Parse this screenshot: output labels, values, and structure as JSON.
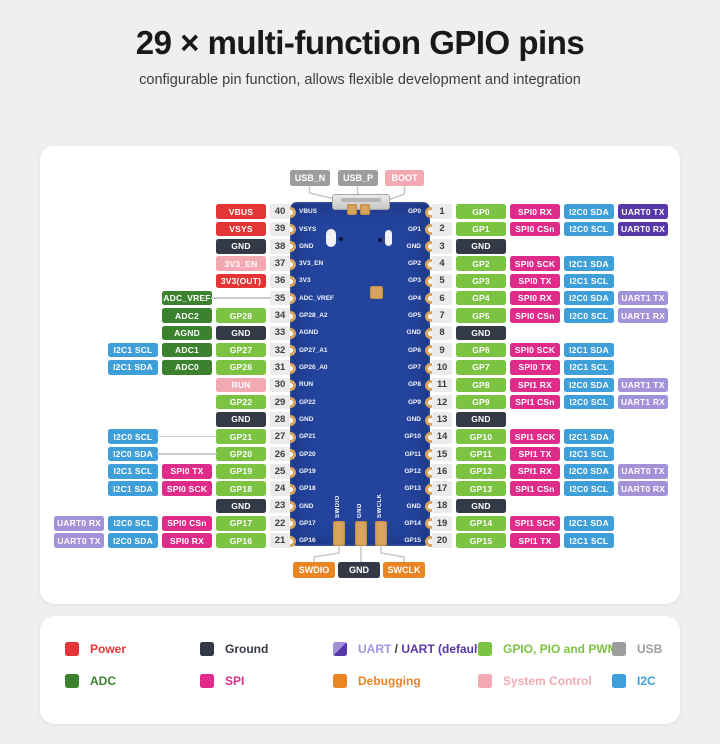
{
  "header": {
    "title": "29 × multi-function GPIO pins",
    "subtitle": "configurable pin function, allows flexible development and integration"
  },
  "colors": {
    "power": "#e33535",
    "ground": "#333a46",
    "sysctl": "#f3a9b2",
    "adc": "#3c822e",
    "gpio": "#7cc342",
    "i2c": "#3e9fd9",
    "spi": "#df2c8a",
    "uart": "#a292d8",
    "uart_default": "#5737a9",
    "usb": "#9d9d9d",
    "debug": "#e98524",
    "plain": "#3a3a3a",
    "pcb": "#23439c",
    "pad_gold": "#d8a45e"
  },
  "top_labels": [
    {
      "text": "USB_N",
      "type": "usb",
      "name": "usb-n-label"
    },
    {
      "text": "USB_P",
      "type": "usb",
      "name": "usb-p-label"
    },
    {
      "text": "BOOT",
      "type": "sysctl",
      "name": "boot-label"
    }
  ],
  "bottom_labels": [
    {
      "text": "SWDIO",
      "type": "debug",
      "name": "swdio-label"
    },
    {
      "text": "GND",
      "type": "ground",
      "name": "swd-gnd-label"
    },
    {
      "text": "SWCLK",
      "type": "debug",
      "name": "swclk-label"
    }
  ],
  "left_pins": [
    {
      "pin": 40,
      "cells": [
        null,
        null,
        null,
        {
          "text": "VBUS",
          "type": "power"
        }
      ]
    },
    {
      "pin": 39,
      "cells": [
        null,
        null,
        null,
        {
          "text": "VSYS",
          "type": "power"
        }
      ]
    },
    {
      "pin": 38,
      "cells": [
        null,
        null,
        null,
        {
          "text": "GND",
          "type": "ground"
        }
      ]
    },
    {
      "pin": 37,
      "cells": [
        null,
        null,
        null,
        {
          "text": "3V3_EN",
          "type": "sysctl"
        }
      ]
    },
    {
      "pin": 36,
      "cells": [
        null,
        null,
        null,
        {
          "text": "3V3(OUT)",
          "type": "power"
        }
      ]
    },
    {
      "pin": 35,
      "cells": [
        null,
        null,
        {
          "text": "ADC_VREF",
          "type": "adc"
        },
        null
      ]
    },
    {
      "pin": 34,
      "cells": [
        null,
        null,
        {
          "text": "ADC2",
          "type": "adc"
        },
        {
          "text": "GP28",
          "type": "gpio"
        }
      ]
    },
    {
      "pin": 33,
      "cells": [
        null,
        null,
        {
          "text": "AGND",
          "type": "adc"
        },
        {
          "text": "GND",
          "type": "ground"
        }
      ]
    },
    {
      "pin": 32,
      "cells": [
        null,
        {
          "text": "I2C1 SCL",
          "type": "i2c"
        },
        {
          "text": "ADC1",
          "type": "adc"
        },
        {
          "text": "GP27",
          "type": "gpio"
        }
      ]
    },
    {
      "pin": 31,
      "cells": [
        null,
        {
          "text": "I2C1 SDA",
          "type": "i2c"
        },
        {
          "text": "ADC0",
          "type": "adc"
        },
        {
          "text": "GP26",
          "type": "gpio"
        }
      ]
    },
    {
      "pin": 30,
      "cells": [
        null,
        null,
        null,
        {
          "text": "RUN",
          "type": "sysctl"
        }
      ]
    },
    {
      "pin": 29,
      "cells": [
        null,
        null,
        null,
        {
          "text": "GP22",
          "type": "gpio"
        }
      ]
    },
    {
      "pin": 28,
      "cells": [
        null,
        null,
        null,
        {
          "text": "GND",
          "type": "ground"
        }
      ]
    },
    {
      "pin": 27,
      "cells": [
        null,
        {
          "text": "I2C0 SCL",
          "type": "i2c"
        },
        null,
        {
          "text": "GP21",
          "type": "gpio"
        }
      ]
    },
    {
      "pin": 26,
      "cells": [
        null,
        {
          "text": "I2C0 SDA",
          "type": "i2c"
        },
        null,
        {
          "text": "GP20",
          "type": "gpio"
        }
      ]
    },
    {
      "pin": 25,
      "cells": [
        null,
        {
          "text": "I2C1 SCL",
          "type": "i2c"
        },
        {
          "text": "SPI0 TX",
          "type": "spi"
        },
        {
          "text": "GP19",
          "type": "gpio"
        }
      ]
    },
    {
      "pin": 24,
      "cells": [
        null,
        {
          "text": "I2C1 SDA",
          "type": "i2c"
        },
        {
          "text": "SPI0 SCK",
          "type": "spi"
        },
        {
          "text": "GP18",
          "type": "gpio"
        }
      ]
    },
    {
      "pin": 23,
      "cells": [
        null,
        null,
        null,
        {
          "text": "GND",
          "type": "ground"
        }
      ]
    },
    {
      "pin": 22,
      "cells": [
        {
          "text": "UART0 RX",
          "type": "uart"
        },
        {
          "text": "I2C0 SCL",
          "type": "i2c"
        },
        {
          "text": "SPI0 CSn",
          "type": "spi"
        },
        {
          "text": "GP17",
          "type": "gpio"
        }
      ]
    },
    {
      "pin": 21,
      "cells": [
        {
          "text": "UART0 TX",
          "type": "uart"
        },
        {
          "text": "I2C0 SDA",
          "type": "i2c"
        },
        {
          "text": "SPI0 RX",
          "type": "spi"
        },
        {
          "text": "GP16",
          "type": "gpio"
        }
      ]
    }
  ],
  "right_pins": [
    {
      "pin": 1,
      "cells": [
        {
          "text": "GP0",
          "type": "gpio"
        },
        {
          "text": "SPI0 RX",
          "type": "spi"
        },
        {
          "text": "I2C0 SDA",
          "type": "i2c"
        },
        {
          "text": "UART0 TX",
          "type": "uart_default"
        }
      ]
    },
    {
      "pin": 2,
      "cells": [
        {
          "text": "GP1",
          "type": "gpio"
        },
        {
          "text": "SPI0 CSn",
          "type": "spi"
        },
        {
          "text": "I2C0 SCL",
          "type": "i2c"
        },
        {
          "text": "UART0 RX",
          "type": "uart_default"
        }
      ]
    },
    {
      "pin": 3,
      "cells": [
        {
          "text": "GND",
          "type": "ground"
        },
        null,
        null,
        null
      ]
    },
    {
      "pin": 4,
      "cells": [
        {
          "text": "GP2",
          "type": "gpio"
        },
        {
          "text": "SPI0 SCK",
          "type": "spi"
        },
        {
          "text": "I2C1 SDA",
          "type": "i2c"
        },
        null
      ]
    },
    {
      "pin": 5,
      "cells": [
        {
          "text": "GP3",
          "type": "gpio"
        },
        {
          "text": "SPI0 TX",
          "type": "spi"
        },
        {
          "text": "I2C1 SCL",
          "type": "i2c"
        },
        null
      ]
    },
    {
      "pin": 6,
      "cells": [
        {
          "text": "GP4",
          "type": "gpio"
        },
        {
          "text": "SPI0 RX",
          "type": "spi"
        },
        {
          "text": "I2C0 SDA",
          "type": "i2c"
        },
        {
          "text": "UART1 TX",
          "type": "uart"
        }
      ]
    },
    {
      "pin": 7,
      "cells": [
        {
          "text": "GP5",
          "type": "gpio"
        },
        {
          "text": "SPI0 CSn",
          "type": "spi"
        },
        {
          "text": "I2C0 SCL",
          "type": "i2c"
        },
        {
          "text": "UART1 RX",
          "type": "uart"
        }
      ]
    },
    {
      "pin": 8,
      "cells": [
        {
          "text": "GND",
          "type": "ground"
        },
        null,
        null,
        null
      ]
    },
    {
      "pin": 9,
      "cells": [
        {
          "text": "GP6",
          "type": "gpio"
        },
        {
          "text": "SPI0 SCK",
          "type": "spi"
        },
        {
          "text": "I2C1 SDA",
          "type": "i2c"
        },
        null
      ]
    },
    {
      "pin": 10,
      "cells": [
        {
          "text": "GP7",
          "type": "gpio"
        },
        {
          "text": "SPI0 TX",
          "type": "spi"
        },
        {
          "text": "I2C1 SCL",
          "type": "i2c"
        },
        null
      ]
    },
    {
      "pin": 11,
      "cells": [
        {
          "text": "GP8",
          "type": "gpio"
        },
        {
          "text": "SPI1 RX",
          "type": "spi"
        },
        {
          "text": "I2C0 SDA",
          "type": "i2c"
        },
        {
          "text": "UART1 TX",
          "type": "uart"
        }
      ]
    },
    {
      "pin": 12,
      "cells": [
        {
          "text": "GP9",
          "type": "gpio"
        },
        {
          "text": "SPI1 CSn",
          "type": "spi"
        },
        {
          "text": "I2C0 SCL",
          "type": "i2c"
        },
        {
          "text": "UART1 RX",
          "type": "uart"
        }
      ]
    },
    {
      "pin": 13,
      "cells": [
        {
          "text": "GND",
          "type": "ground"
        },
        null,
        null,
        null
      ]
    },
    {
      "pin": 14,
      "cells": [
        {
          "text": "GP10",
          "type": "gpio"
        },
        {
          "text": "SPI1 SCK",
          "type": "spi"
        },
        {
          "text": "I2C1 SDA",
          "type": "i2c"
        },
        null
      ]
    },
    {
      "pin": 15,
      "cells": [
        {
          "text": "GP11",
          "type": "gpio"
        },
        {
          "text": "SPI1 TX",
          "type": "spi"
        },
        {
          "text": "I2C1 SCL",
          "type": "i2c"
        },
        null
      ]
    },
    {
      "pin": 16,
      "cells": [
        {
          "text": "GP12",
          "type": "gpio"
        },
        {
          "text": "SPI1 RX",
          "type": "spi"
        },
        {
          "text": "I2C0 SDA",
          "type": "i2c"
        },
        {
          "text": "UART0 TX",
          "type": "uart"
        }
      ]
    },
    {
      "pin": 17,
      "cells": [
        {
          "text": "GP13",
          "type": "gpio"
        },
        {
          "text": "SPI1 CSn",
          "type": "spi"
        },
        {
          "text": "I2C0 SCL",
          "type": "i2c"
        },
        {
          "text": "UART0 RX",
          "type": "uart"
        }
      ]
    },
    {
      "pin": 18,
      "cells": [
        {
          "text": "GND",
          "type": "ground"
        },
        null,
        null,
        null
      ]
    },
    {
      "pin": 19,
      "cells": [
        {
          "text": "GP14",
          "type": "gpio"
        },
        {
          "text": "SPI1 SCK",
          "type": "spi"
        },
        {
          "text": "I2C1 SDA",
          "type": "i2c"
        },
        null
      ]
    },
    {
      "pin": 20,
      "cells": [
        {
          "text": "GP15",
          "type": "gpio"
        },
        {
          "text": "SPI1 TX",
          "type": "spi"
        },
        {
          "text": "I2C1 SCL",
          "type": "i2c"
        },
        null
      ]
    }
  ],
  "board": {
    "left_labels": [
      "VBUS",
      "VSYS",
      "GND",
      "3V3_EN",
      "3V3",
      "ADC_VREF",
      "GP28_A2",
      "AGND",
      "GP27_A1",
      "GP26_A0",
      "RUN",
      "GP22",
      "GND",
      "GP21",
      "GP20",
      "GP19",
      "GP18",
      "GND",
      "GP17",
      "GP16"
    ],
    "right_labels": [
      "GP0",
      "GP1",
      "GND",
      "GP2",
      "GP3",
      "GP4",
      "GP5",
      "GND",
      "GP6",
      "GP7",
      "GP8",
      "GP9",
      "GND",
      "GP10",
      "GP11",
      "GP12",
      "GP13",
      "GND",
      "GP14",
      "GP15"
    ],
    "swd_pads": [
      "SWDIO",
      "GND",
      "SWCLK"
    ]
  },
  "legend": {
    "rows": [
      [
        {
          "label": "Power",
          "type": "power"
        },
        {
          "label": "Ground",
          "type": "ground"
        },
        {
          "type": "uart_split",
          "parts": [
            {
              "text": "UART",
              "type": "uart"
            },
            {
              "text": " / ",
              "type": "plain"
            },
            {
              "text": "UART (default)",
              "type": "uart_default"
            }
          ]
        },
        {
          "label": "GPIO, PIO and PWM",
          "type": "gpio"
        },
        {
          "label": "USB",
          "type": "usb"
        }
      ],
      [
        {
          "label": "ADC",
          "type": "adc"
        },
        {
          "label": "SPI",
          "type": "spi"
        },
        {
          "label": "Debugging",
          "type": "debug"
        },
        {
          "label": "System Control",
          "type": "sysctl"
        },
        {
          "label": "I2C",
          "type": "i2c"
        }
      ]
    ]
  }
}
